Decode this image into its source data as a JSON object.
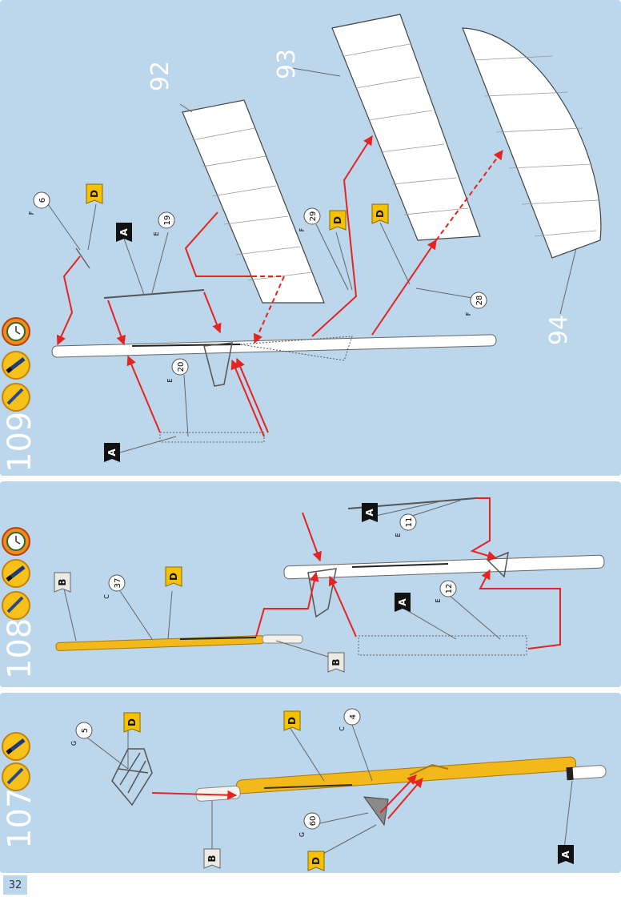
{
  "page": {
    "number": "32"
  },
  "steps": [
    {
      "number": "107"
    },
    {
      "number": "108"
    },
    {
      "number": "109"
    }
  ],
  "part_numbers": {
    "p92": "92",
    "p93": "93",
    "p94": "94"
  },
  "callouts": {
    "g5": {
      "letter": "G",
      "num": "5"
    },
    "c4": {
      "letter": "C",
      "num": "4"
    },
    "g60": {
      "letter": "G",
      "num": "60"
    },
    "c37": {
      "letter": "C",
      "num": "37"
    },
    "e11": {
      "letter": "E",
      "num": "11"
    },
    "e12": {
      "letter": "E",
      "num": "12"
    },
    "f6": {
      "letter": "F",
      "num": "6"
    },
    "e19": {
      "letter": "E",
      "num": "19"
    },
    "e20": {
      "letter": "E",
      "num": "20"
    },
    "f29": {
      "letter": "F",
      "num": "29"
    },
    "f28": {
      "letter": "F",
      "num": "28"
    }
  },
  "flags": {
    "A": "A",
    "B": "B",
    "D": "D"
  },
  "colors": {
    "panel": "#bcd6eb",
    "mast": "#f3b81a",
    "arrow": "#e52320",
    "flag_d": "#f6c200",
    "flag_a": "#111111",
    "flag_b": "#eceae4"
  },
  "icons": [
    "paint-icon",
    "glue-icon",
    "clock-icon"
  ]
}
